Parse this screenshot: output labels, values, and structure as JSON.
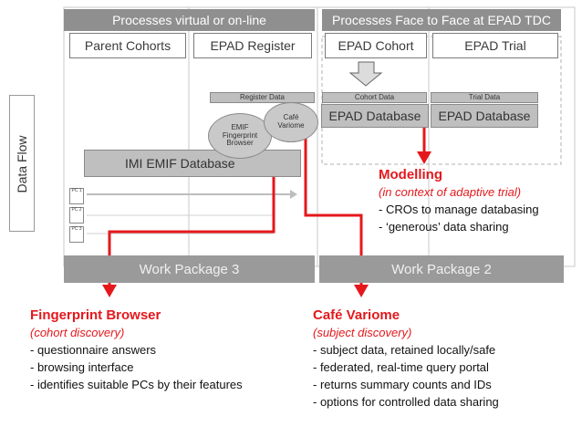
{
  "headers": {
    "left": "Processes virtual or on-line",
    "right": "Processes Face to Face at EPAD TDC"
  },
  "top_boxes": [
    "Parent Cohorts",
    "EPAD Register",
    "EPAD Cohort",
    "EPAD Trial"
  ],
  "data_labels": {
    "register": "Register Data",
    "cohort": "Cohort Data",
    "trial": "Trial Data"
  },
  "databases": {
    "epad_left": "EPAD Database",
    "epad_right": "EPAD Database",
    "imi_emif": "IMI EMIF Database"
  },
  "ellipses": {
    "fingerprint": "EMIF Fingerprint Browser",
    "variome": "Café Variome"
  },
  "data_flow": "Data Flow",
  "pcs": [
    "PC 1",
    "PC 2",
    "PC 3"
  ],
  "work_packages": {
    "wp3": "Work Package 3",
    "wp2": "Work Package 2"
  },
  "modelling": {
    "title": "Modelling",
    "subtitle": "(in context of adaptive trial)",
    "bullets": [
      "- CROs to manage databasing",
      "- ‘generous’ data sharing"
    ]
  },
  "fingerprint_browser": {
    "title": "Fingerprint Browser",
    "subtitle": "(cohort  discovery)",
    "bullets": [
      "- questionnaire answers",
      "- browsing interface",
      "- identifies suitable PCs by their features"
    ]
  },
  "cafe_variome": {
    "title": "Café Variome",
    "subtitle": "(subject discovery)",
    "bullets": [
      "- subject data, retained locally/safe",
      "- federated, real-time query portal",
      "- returns summary counts and IDs",
      "- options for controlled data sharing"
    ]
  },
  "colors": {
    "accent_red": "#e4181c",
    "header_gray": "#8f8f8f",
    "wp_gray": "#9a9a9a"
  }
}
